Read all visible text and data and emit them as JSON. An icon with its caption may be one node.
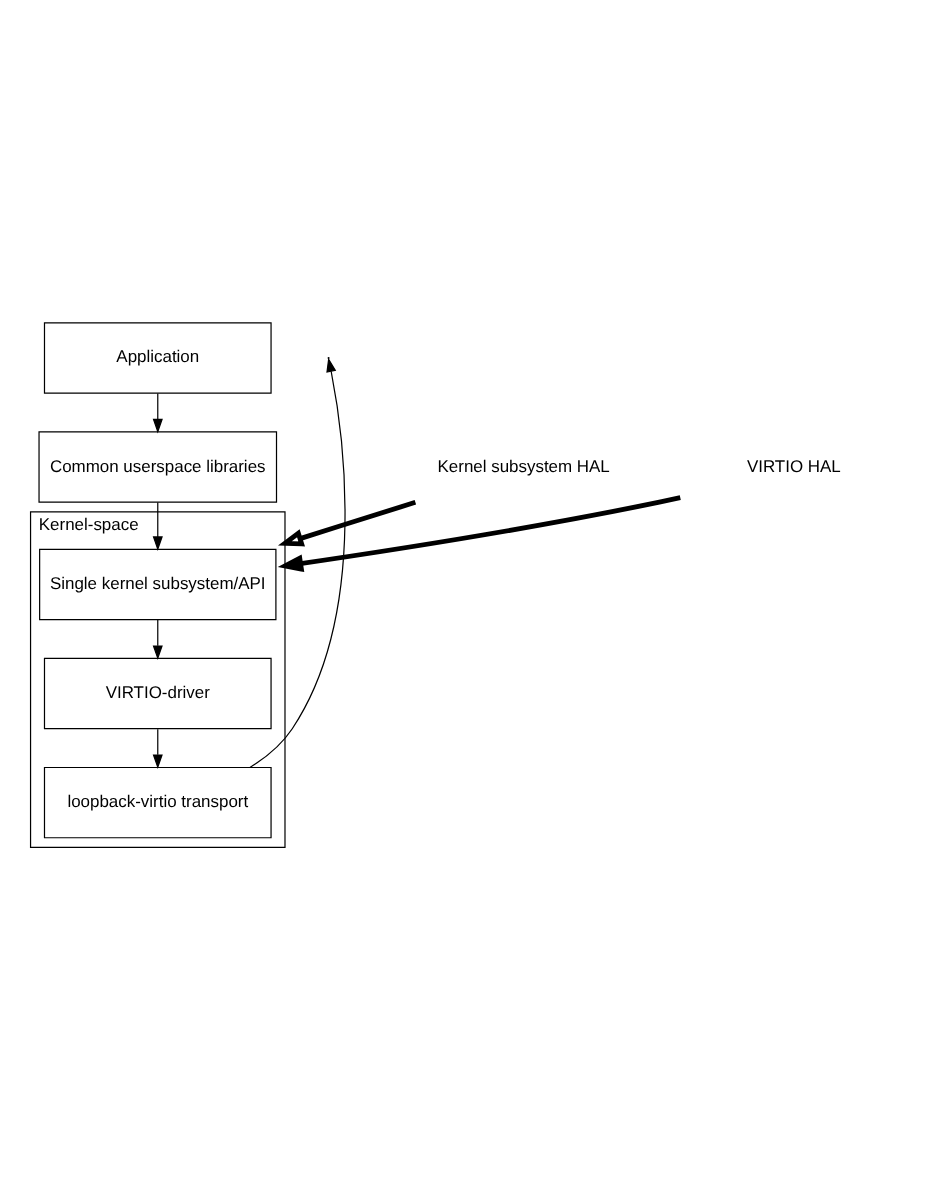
{
  "diagram": {
    "nodes": [
      {
        "text": [
          "Application"
        ]
      },
      {
        "text": [
          "Common userspace libraries"
        ]
      },
      {
        "text": [
          "Kernel-space"
        ]
      },
      {
        "text": [
          "Single kernel subsystem/API"
        ],
        "in": 2
      },
      {
        "text": [
          "VIRTIO-driver"
        ],
        "in": 2
      },
      {
        "text": [
          "loopback-virtio transport"
        ],
        "in": 2
      },
      {
        "text": [
          "Kernel subsystem HAL"
        ]
      },
      {
        "text": [
          "VIRTIO HAL"
        ]
      }
    ],
    "edges": [
      {
        "from": 0,
        "to": 1,
        "arrow": "to"
      },
      {
        "from": 1,
        "to": 3,
        "arrow": "to"
      },
      {
        "from": 3,
        "to": 4,
        "arrow": "to"
      },
      {
        "from": 4,
        "to": 5,
        "arrow": "to"
      },
      {
        "from": 5,
        "to": null,
        "arrow": "to"
      },
      {
        "from": 6,
        "to": 2,
        "arrow": "to",
        "style": "thick"
      },
      {
        "from": 7,
        "to": 2,
        "arrow": "to",
        "style": "thick"
      }
    ]
  }
}
